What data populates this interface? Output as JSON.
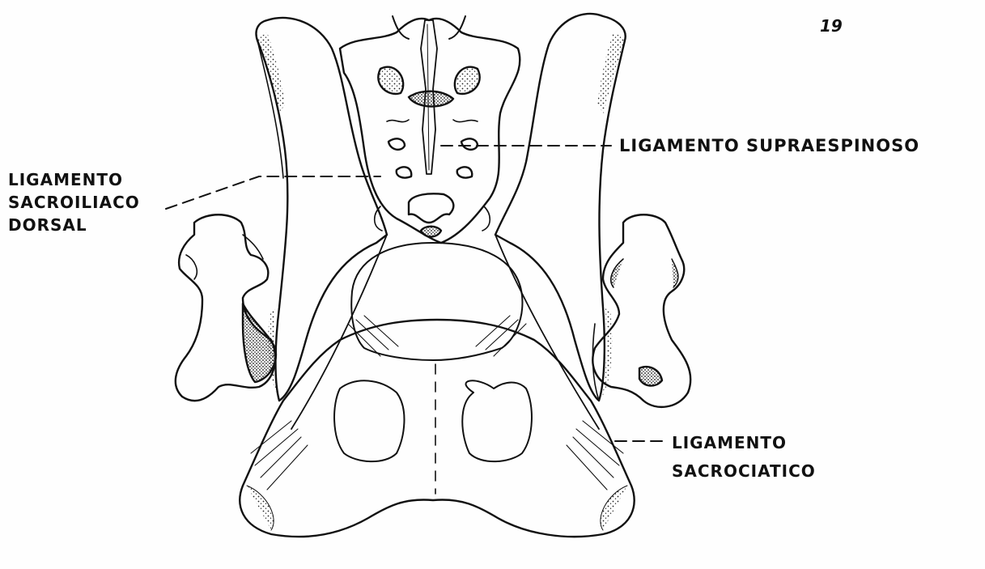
{
  "page_number": "19",
  "labels": {
    "supraespinoso": "LIGAMENTO SUPRAESPINOSO",
    "sacroiliaco_line1": "LIGAMENTO",
    "sacroiliaco_line2": "SACROILIACO",
    "sacroiliaco_line3": "DORSAL",
    "sacrociatico_line1": "LIGAMENTO",
    "sacrociatico_line2": "SACROCIATICO"
  },
  "colors": {
    "ink": "#111111",
    "paper": "#fefefe"
  }
}
